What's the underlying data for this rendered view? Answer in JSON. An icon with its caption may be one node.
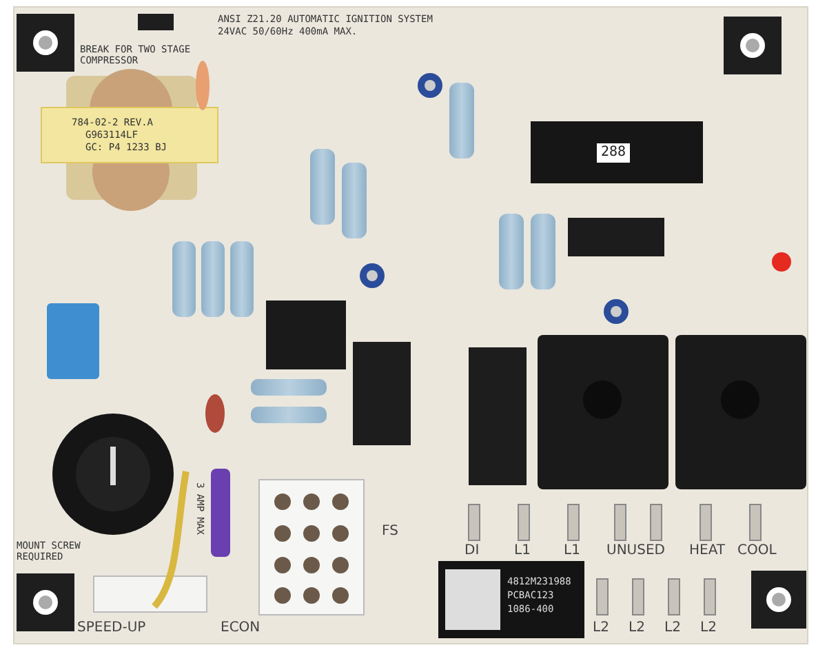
{
  "diagram": {
    "labels": [
      "ANSI Z21.20 AUTOMATIC IGNITION SYSTEM",
      "24VAC 50/60Hz 400mA MAX.",
      "BREAK FOR TWO STAGE COMPRESSOR",
      "784-02-2 REV.A",
      "G963114LF",
      "GC: P4 1233 BJ",
      "288",
      "MOUNT SCREW REQUIRED",
      "3 AMP MAX",
      "SPEED-UP",
      "ECON",
      "FS",
      "DI",
      "L1",
      "L1",
      "UNUSED",
      "HEAT",
      "COOL",
      "L2",
      "L2",
      "L2",
      "L2",
      "4812M231988",
      "PCBAC123",
      "1086-400"
    ]
  }
}
